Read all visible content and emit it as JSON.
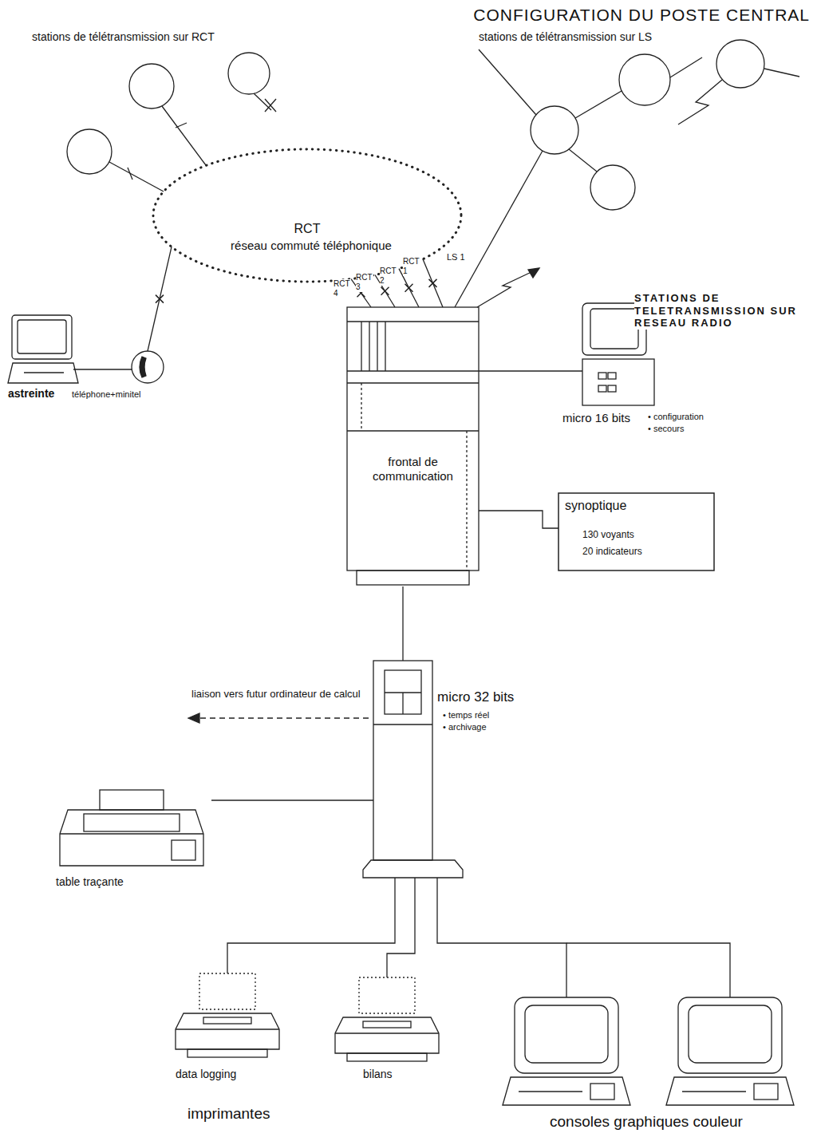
{
  "diagram": {
    "title": "CONFIGURATION DU POSTE CENTRAL",
    "nodes": [
      {
        "text": [
          "RCT",
          "réseau commuté téléphonique"
        ]
      },
      {
        "text": [
          "frontal de communication"
        ]
      },
      {
        "text": [
          "micro 16 bits",
          "• configuration",
          "• secours"
        ]
      },
      {
        "text": [
          "synoptique",
          "130 voyants",
          "20 indicateurs"
        ]
      },
      {
        "text": [
          "micro 32 bits",
          "• temps réel",
          "• archivage"
        ]
      },
      {
        "text": [
          "table traçante"
        ]
      },
      {
        "text": [
          "data logging"
        ]
      },
      {
        "text": [
          "bilans"
        ]
      },
      {
        "text": [
          "consoles graphiques couleur"
        ]
      },
      {
        "text": [
          "astreinte",
          "téléphone+minitel"
        ]
      }
    ],
    "edges": [
      {
        "from": 0,
        "to": 1,
        "label": "RCT 4",
        "arrow": "none"
      },
      {
        "from": 0,
        "to": 1,
        "label": "RCT 3",
        "arrow": "none"
      },
      {
        "from": 0,
        "to": 1,
        "label": "RCT 2",
        "arrow": "none"
      },
      {
        "from": 0,
        "to": 1,
        "label": "RCT 1",
        "arrow": "none"
      },
      {
        "from": 1,
        "to": 2,
        "arrow": "none"
      },
      {
        "from": 1,
        "to": 3,
        "arrow": "none"
      },
      {
        "from": 1,
        "to": 4,
        "arrow": "none"
      },
      {
        "from": 4,
        "to": 5,
        "arrow": "none"
      },
      {
        "from": 4,
        "to": 6,
        "arrow": "none"
      },
      {
        "from": 4,
        "to": 7,
        "arrow": "none"
      },
      {
        "from": 4,
        "to": 8,
        "arrow": "none"
      },
      {
        "from": 0,
        "to": 9,
        "arrow": "none"
      }
    ],
    "labels": [
      "stations de télétransmission sur RCT",
      "stations de télétransmission sur LS",
      "STATIONS DE TELETRANSMISSION SUR RESEAU RADIO",
      "LS 1",
      "liaison vers futur ordinateur de calcul",
      "imprimantes"
    ]
  }
}
